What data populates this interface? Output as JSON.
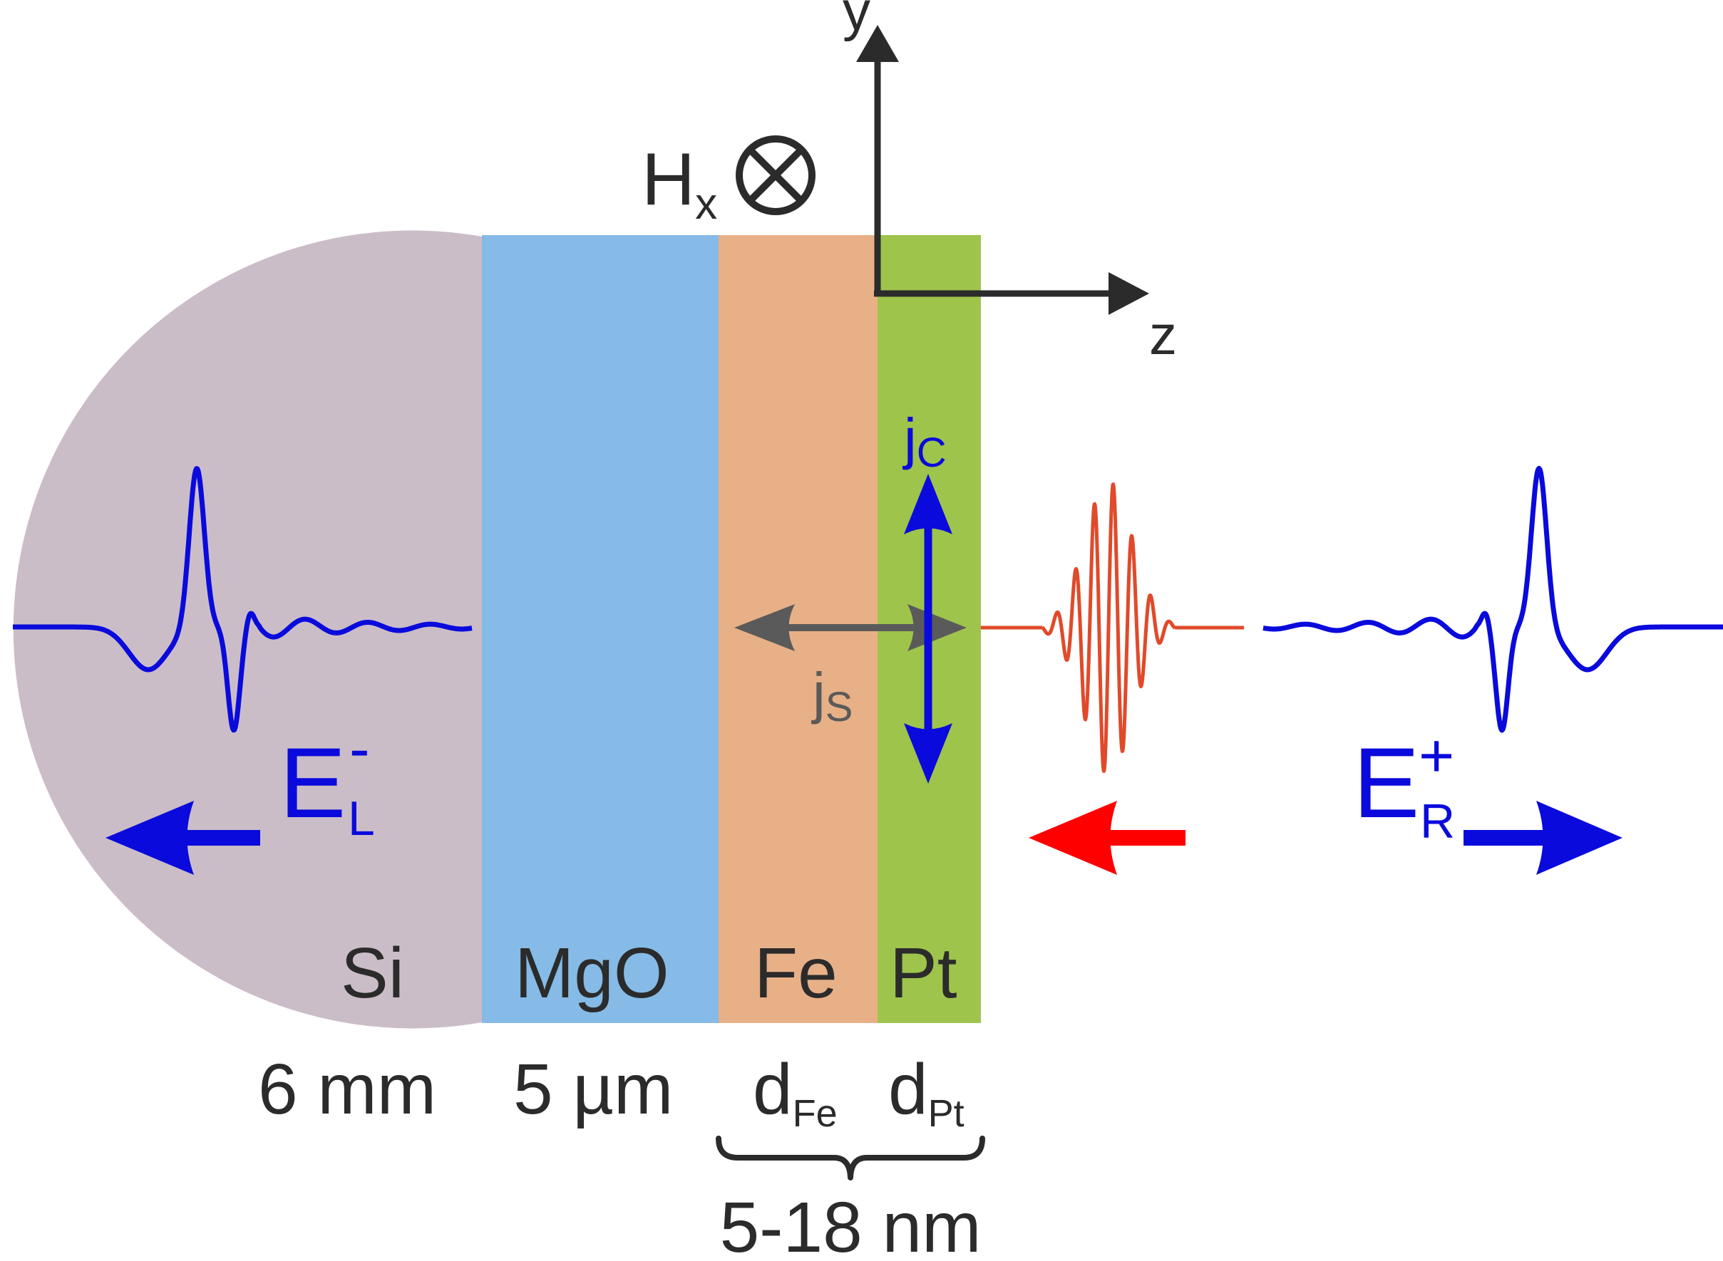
{
  "axes": {
    "y": "y",
    "z": "z"
  },
  "field": {
    "symbol": "H",
    "subscript": "x"
  },
  "currents": {
    "charge": {
      "symbol": "j",
      "subscript": "C"
    },
    "spin": {
      "symbol": "j",
      "subscript": "S"
    }
  },
  "emission": {
    "left": {
      "symbol": "E",
      "subscript": "L",
      "superscript": "-"
    },
    "right": {
      "symbol": "E",
      "subscript": "R",
      "superscript": "+"
    }
  },
  "layers": [
    {
      "name": "Si",
      "thickness": "6 mm",
      "color": "#cbbdc8"
    },
    {
      "name": "MgO",
      "thickness": "5 µm",
      "color": "#85bbe6"
    },
    {
      "name": "Fe",
      "thickness_symbol": "d",
      "thickness_subscript": "Fe",
      "color": "#e8b087"
    },
    {
      "name": "Pt",
      "thickness_symbol": "d",
      "thickness_subscript": "Pt",
      "color": "#9ec44c"
    }
  ],
  "bracket_label": "5-18 nm",
  "colors": {
    "thz_wave": "#0a0adc",
    "pump_pulse": "#e04a2a",
    "pump_arrow": "#ff0000",
    "spin_arrow": "#5a5a5a",
    "text_dark": "#2b2b2b",
    "text_blue": "#0a0adc"
  }
}
